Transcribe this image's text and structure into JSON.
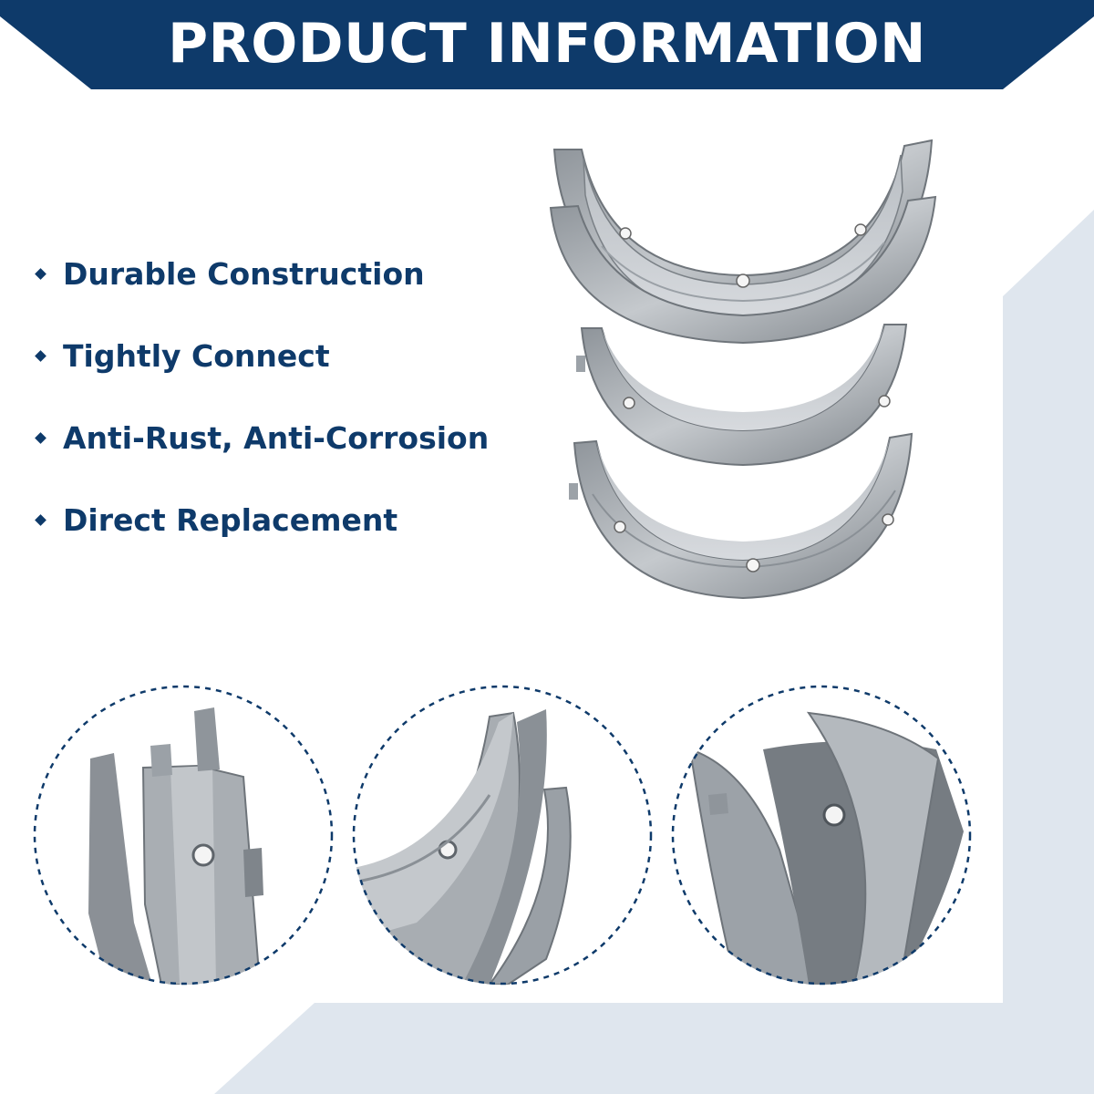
{
  "banner": {
    "title": "PRODUCT INFORMATION",
    "color": "#0e3a6a"
  },
  "features": [
    {
      "label": "Durable Construction"
    },
    {
      "label": "Tightly Connect"
    },
    {
      "label": "Anti-Rust, Anti-Corrosion"
    },
    {
      "label": "Direct Replacement"
    }
  ],
  "colors": {
    "accent": "#0e3a6a",
    "background_shape": "#dfe6ee",
    "metal_light": "#c9cdd1",
    "metal_dark": "#7f858b",
    "circle_border": "#0e3a6a"
  },
  "icons": {
    "bullet": "diamond-bullet-icon"
  }
}
